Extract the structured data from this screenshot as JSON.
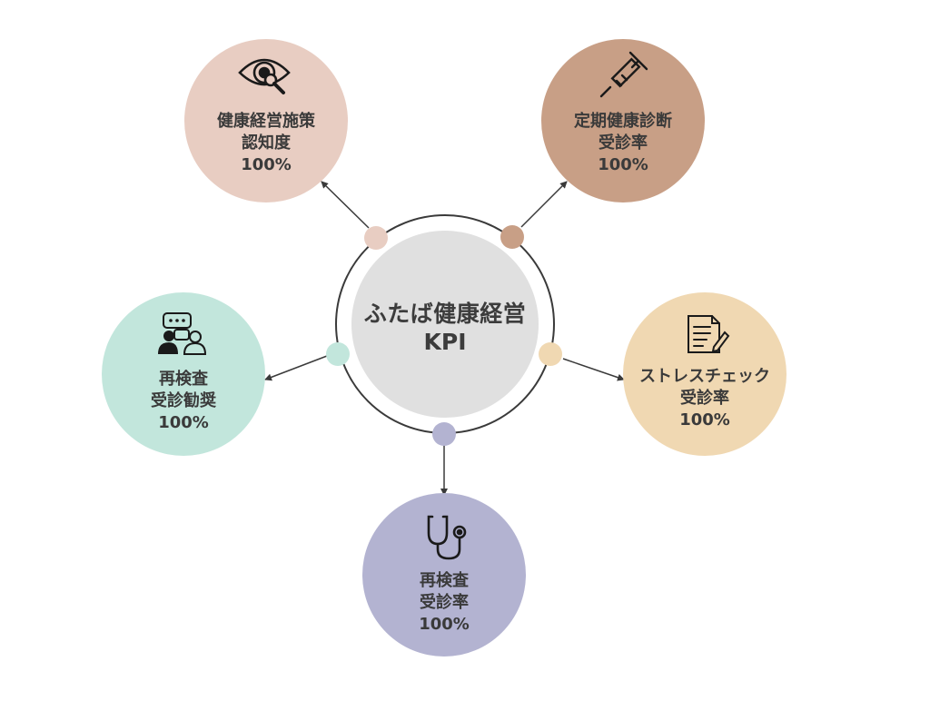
{
  "center": {
    "line1": "ふたば健康経営",
    "line2": "KPI",
    "fill": "#e0e0e0",
    "ring": "#3a3a3a"
  },
  "nodes": [
    {
      "id": "awareness",
      "icon": "eye-magnifier-icon",
      "color": "#e8cdc2",
      "lines": [
        "健康経営施策",
        "認知度",
        "100%"
      ]
    },
    {
      "id": "checkup",
      "icon": "syringe-icon",
      "color": "#c89f86",
      "lines": [
        "定期健康診断",
        "受診率",
        "100%"
      ]
    },
    {
      "id": "recheck-recommend",
      "icon": "people-chat-icon",
      "color": "#c2e6dc",
      "lines": [
        "再検査",
        "受診勧奨",
        "100%"
      ]
    },
    {
      "id": "stress-check",
      "icon": "clipboard-pen-icon",
      "color": "#f0d8b2",
      "lines": [
        "ストレスチェック",
        "受診率",
        "100%"
      ]
    },
    {
      "id": "recheck-rate",
      "icon": "stethoscope-icon",
      "color": "#b3b3d1",
      "lines": [
        "再検査",
        "受診率",
        "100%"
      ]
    }
  ],
  "connector_color": "#3a3a3a"
}
